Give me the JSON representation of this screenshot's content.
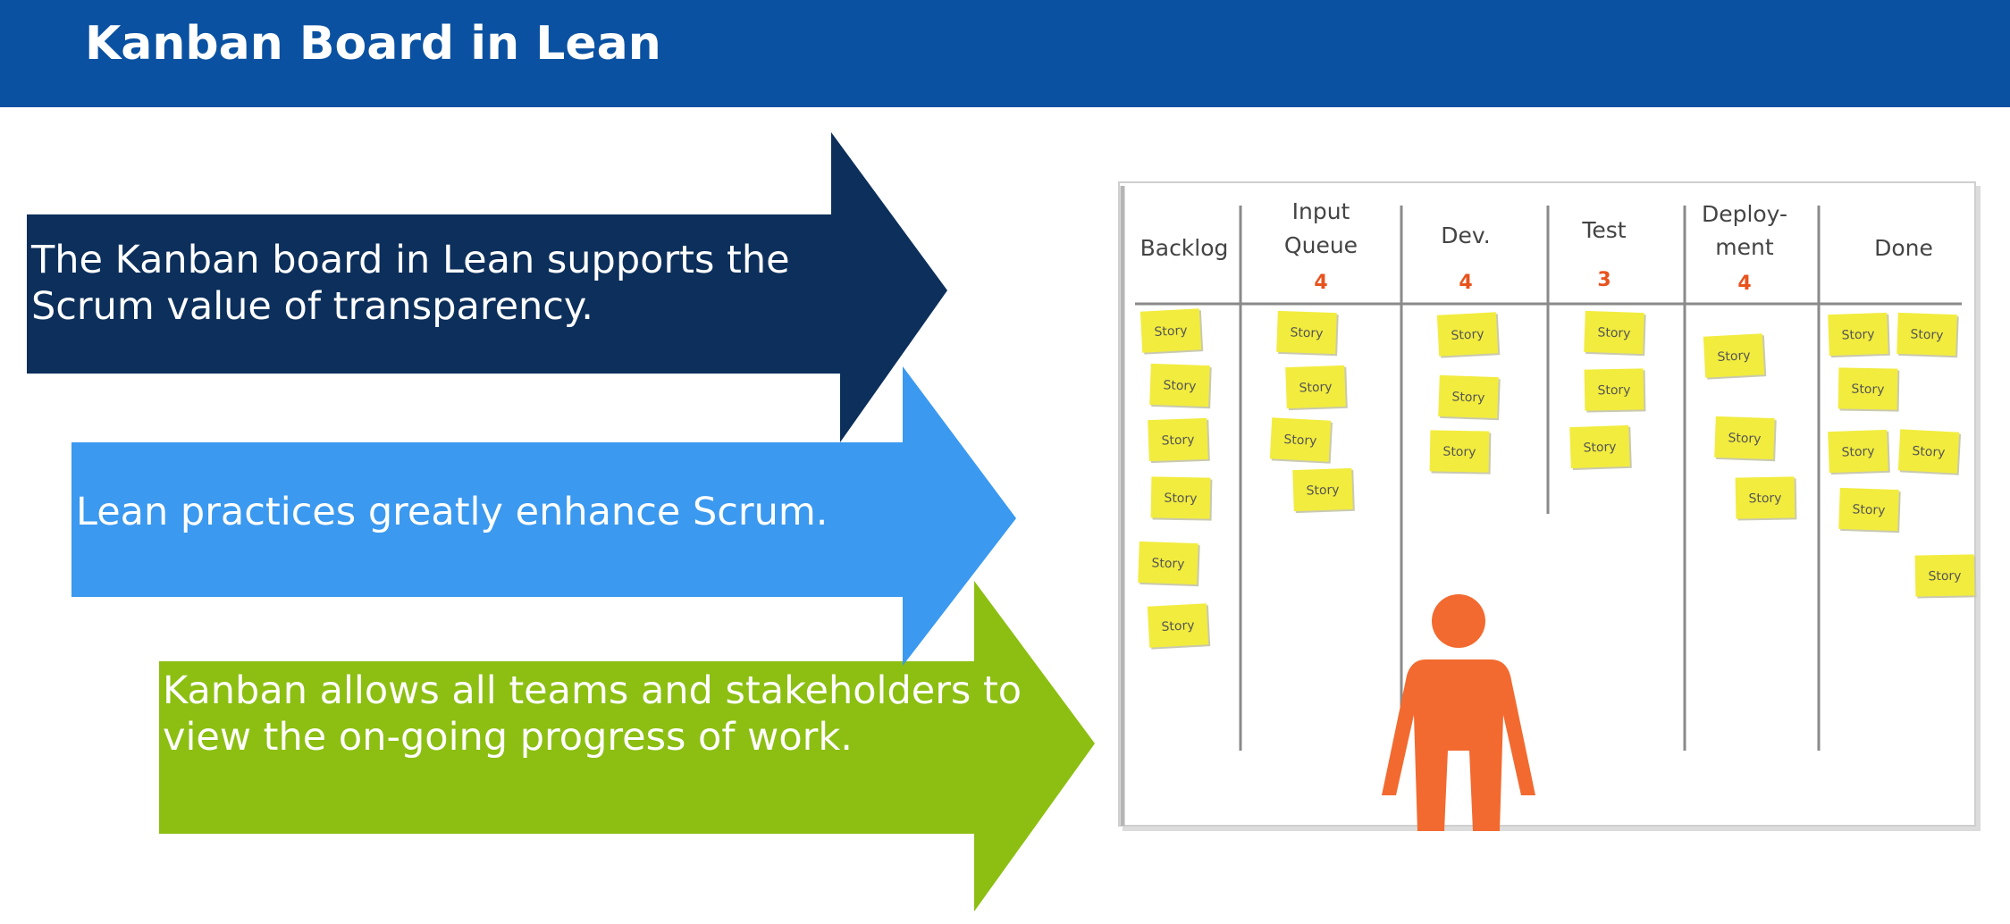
{
  "slide": {
    "title": "Kanban Board in Lean"
  },
  "arrows": [
    {
      "text": "The Kanban board in Lean supports the Scrum value of transparency.",
      "color": "#0c2f5b"
    },
    {
      "text": "Lean practices greatly enhance Scrum.",
      "color": "#3b99f0"
    },
    {
      "text": "Kanban allows all teams and stakeholders to view the on-going progress of work.",
      "color": "#8cbf12"
    }
  ],
  "board": {
    "columns": [
      {
        "title": [
          "Backlog"
        ],
        "wip": "",
        "stories": 6
      },
      {
        "title": [
          "Input",
          "Queue"
        ],
        "wip": "4",
        "stories": 4
      },
      {
        "title": [
          "Dev."
        ],
        "wip": "4",
        "stories": 3
      },
      {
        "title": [
          "Test"
        ],
        "wip": "3",
        "stories": 3
      },
      {
        "title": [
          "Deploy-",
          "ment"
        ],
        "wip": "4",
        "stories": 3
      },
      {
        "title": [
          "Done"
        ],
        "wip": "",
        "stories": 7
      }
    ],
    "story_label": "Story",
    "sticky_color": "#f2ec3e",
    "person_color": "#f26a30",
    "icon": "person-icon"
  }
}
